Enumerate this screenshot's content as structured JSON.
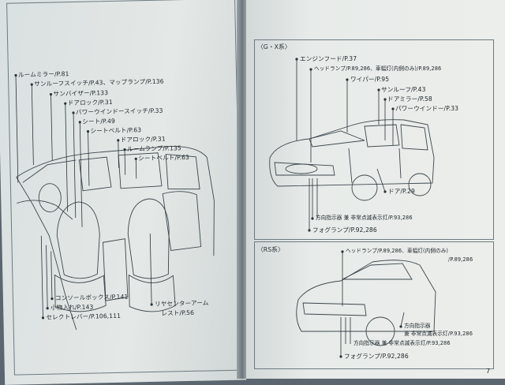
{
  "left_panel": {
    "labels": [
      "ルームミラー/P.81",
      "サンルーフスイッチ/P.43、マップランプ/P.136",
      "サンバイザー/P.133",
      "ドアロック/P.31",
      "パワーウインドースイッチ/P.33",
      "シート/P.49",
      "シートベルト/P.63",
      "ドアロック/P.31",
      "ルームランプ/P.135",
      "シートベルト/P.63",
      "コンソールボックス/P.141",
      "小物入れ/P.143",
      "セレクトレバー/P.106,111",
      "リヤセンターアーム",
      "レスト/P.56"
    ]
  },
  "right_top": {
    "title": "〈G・X系〉",
    "labels": [
      "エンジンフード/P.37",
      "ヘッドランプ/P.89,286、車幅灯(内側のみ)/P.89,286",
      "ワイパー/P.95",
      "サンルーフ/P.43",
      "ドアミラー/P.58",
      "パワーウインドー/P.33",
      "ドア/P.29",
      "方向指示器 兼 非常点滅表示灯/P.93,286",
      "フォグランプ/P.92,286"
    ]
  },
  "right_bottom": {
    "title": "〈RS系〉",
    "labels": [
      "ヘッドランプ/P.89,286、車幅灯(内側のみ)",
      "/P.89,286",
      "方向指示器",
      "兼 非常点滅表示灯/P.93,286",
      "方向指示器 兼 非常点滅表示灯/P.93,286",
      "フォグランプ/P.92,286"
    ]
  },
  "page_number": "7"
}
